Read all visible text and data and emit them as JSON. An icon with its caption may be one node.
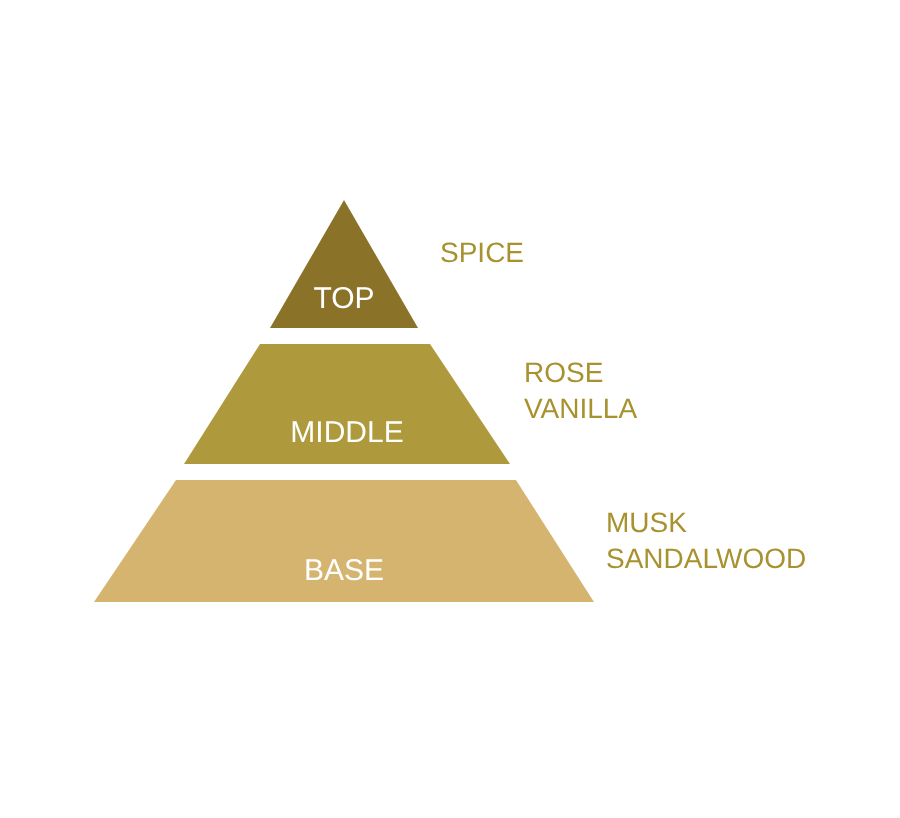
{
  "diagram": {
    "nodes": [
      {
        "text": [
          "TOP"
        ],
        "beside": [
          "SPICE"
        ]
      },
      {
        "text": [
          "MIDDLE"
        ],
        "beside": [
          "ROSE",
          "VANILLA"
        ]
      },
      {
        "text": [
          "BASE"
        ],
        "beside": [
          "MUSK",
          "SANDALWOOD"
        ]
      }
    ]
  }
}
